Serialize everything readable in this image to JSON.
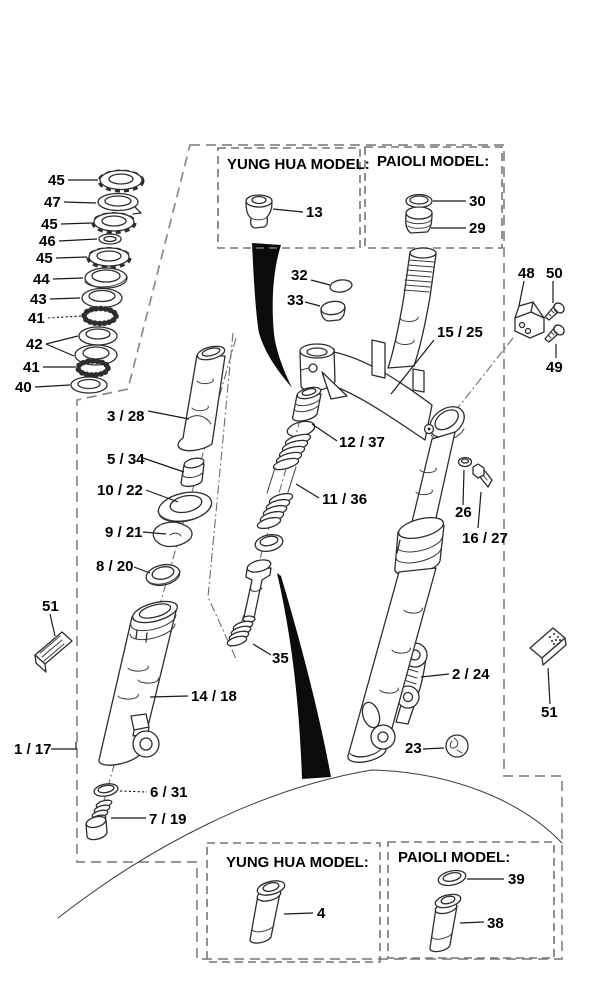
{
  "colors": {
    "background": "#ffffff",
    "line_art": "#2d2d2d",
    "dashed_border": "#8a8a8a",
    "label_text": "#000000"
  },
  "boxes": {
    "top_yung_hua": "YUNG HUA MODEL:",
    "top_paioli": "PAIOLI MODEL:",
    "bottom_yung_hua": "YUNG HUA MODEL:",
    "bottom_paioli": "PAIOLI MODEL:"
  },
  "labels": {
    "bearing_stack": [
      "45",
      "47",
      "45",
      "46",
      "45",
      "44",
      "43",
      "41",
      "42",
      "41",
      "40"
    ],
    "p13": "13",
    "p30": "30",
    "p29": "29",
    "p32": "32",
    "p33": "33",
    "p15_25": "15 / 25",
    "p48": "48",
    "p50": "50",
    "p49": "49",
    "p3_28": "3 / 28",
    "p12_37": "12 / 37",
    "p5_34": "5 / 34",
    "p10_22": "10 / 22",
    "p9_21": "9 / 21",
    "p11_36": "11 / 36",
    "p8_20": "8 / 20",
    "p26": "26",
    "p16_27": "16 / 27",
    "p35": "35",
    "p51_left": "51",
    "p51_right": "51",
    "p14_18": "14 / 18",
    "p2_24": "2 / 24",
    "p23": "23",
    "p1_17": "1 / 17",
    "p6_31": "6 / 31",
    "p7_19": "7 / 19",
    "p4": "4",
    "p39": "39",
    "p38": "38"
  }
}
